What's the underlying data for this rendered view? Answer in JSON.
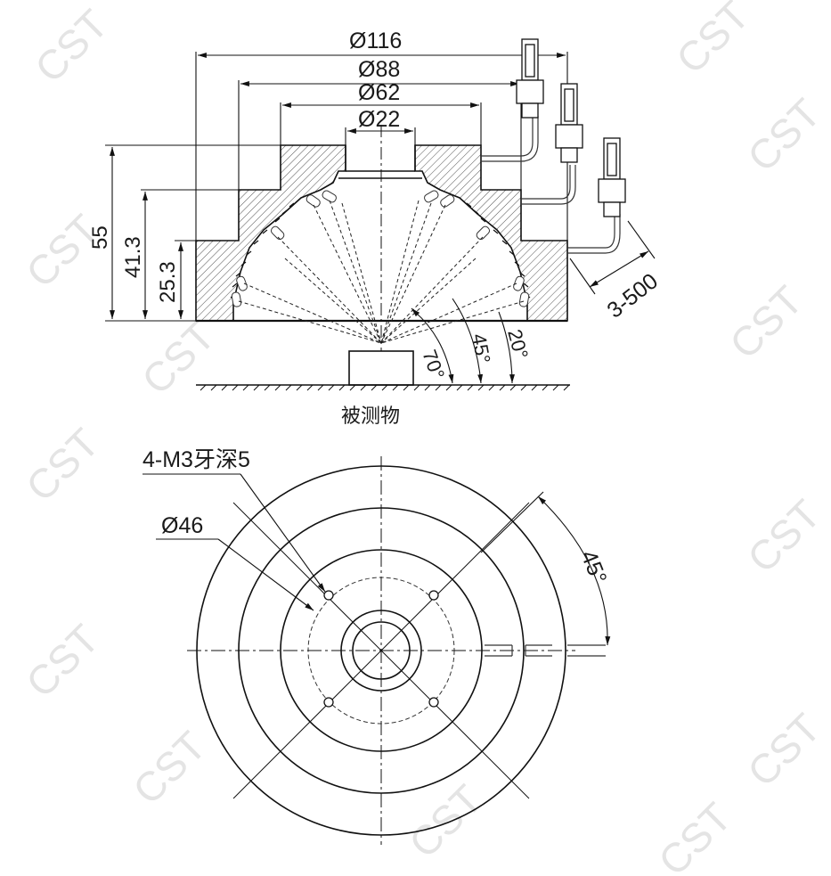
{
  "watermark": "CST",
  "side_view": {
    "diameters": {
      "outer": "Ø116",
      "step1": "Ø88",
      "step2": "Ø62",
      "inner": "Ø22"
    },
    "heights": {
      "total": "55",
      "mid": "41.3",
      "low": "25.3"
    },
    "angles": {
      "a70": "70°",
      "a45": "45°",
      "a20": "20°"
    },
    "cable": "3-500",
    "object_label": "被测物"
  },
  "top_view": {
    "thread_label": "4-M3牙深5",
    "pcd_label": "Ø46",
    "angle_label": "45°"
  }
}
